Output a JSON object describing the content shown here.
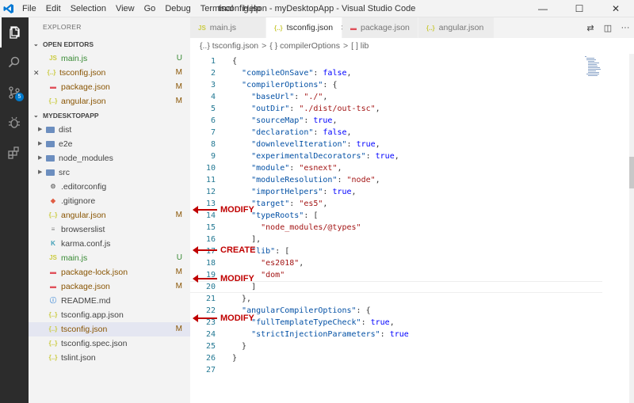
{
  "title": "tsconfig.json - myDesktopApp - Visual Studio Code",
  "menu": [
    "File",
    "Edit",
    "Selection",
    "View",
    "Go",
    "Debug",
    "Terminal",
    "Help"
  ],
  "window_controls": [
    "—",
    "☐",
    "✕"
  ],
  "activity_badge": "5",
  "explorer": {
    "title": "EXPLORER",
    "open_editors_label": "OPEN EDITORS",
    "open_editors": [
      {
        "icon": "JS",
        "name": "main.js",
        "status": "U",
        "kind": "js",
        "close": ""
      },
      {
        "icon": "{..}",
        "name": "tsconfig.json",
        "status": "M",
        "kind": "json",
        "close": "✕"
      },
      {
        "icon": "▬",
        "name": "package.json",
        "status": "M",
        "kind": "pkg",
        "close": ""
      },
      {
        "icon": "{..}",
        "name": "angular.json",
        "status": "M",
        "kind": "json",
        "close": ""
      }
    ],
    "project_label": "MYDESKTOPAPP",
    "files": [
      {
        "icon": "▶",
        "name": "dist",
        "status": "",
        "kind": "folder"
      },
      {
        "icon": "▶",
        "name": "e2e",
        "status": "",
        "kind": "folder"
      },
      {
        "icon": "▶",
        "name": "node_modules",
        "status": "",
        "kind": "folder"
      },
      {
        "icon": "▶",
        "name": "src",
        "status": "",
        "kind": "folder"
      },
      {
        "icon": "⚙",
        "name": ".editorconfig",
        "status": "",
        "kind": "cfg"
      },
      {
        "icon": "◆",
        "name": ".gitignore",
        "status": "",
        "kind": "git"
      },
      {
        "icon": "{..}",
        "name": "angular.json",
        "status": "M",
        "kind": "json"
      },
      {
        "icon": "≡",
        "name": "browserslist",
        "status": "",
        "kind": "txt"
      },
      {
        "icon": "K",
        "name": "karma.conf.js",
        "status": "",
        "kind": "karma"
      },
      {
        "icon": "JS",
        "name": "main.js",
        "status": "U",
        "kind": "js"
      },
      {
        "icon": "▬",
        "name": "package-lock.json",
        "status": "M",
        "kind": "pkg"
      },
      {
        "icon": "▬",
        "name": "package.json",
        "status": "M",
        "kind": "pkg"
      },
      {
        "icon": "ⓘ",
        "name": "README.md",
        "status": "",
        "kind": "md"
      },
      {
        "icon": "{..}",
        "name": "tsconfig.app.json",
        "status": "",
        "kind": "json"
      },
      {
        "icon": "{..}",
        "name": "tsconfig.json",
        "status": "M",
        "kind": "json"
      },
      {
        "icon": "{..}",
        "name": "tsconfig.spec.json",
        "status": "",
        "kind": "json"
      },
      {
        "icon": "{..}",
        "name": "tslint.json",
        "status": "",
        "kind": "json"
      }
    ]
  },
  "tabs": [
    {
      "icon": "JS",
      "label": "main.js",
      "active": false
    },
    {
      "icon": "{..}",
      "label": "tsconfig.json",
      "active": true,
      "close": "✕"
    },
    {
      "icon": "▬",
      "label": "package.json",
      "active": false
    },
    {
      "icon": "{..}",
      "label": "angular.json",
      "active": false
    }
  ],
  "tab_actions": [
    "⇄",
    "◫",
    "···"
  ],
  "breadcrumb": [
    "{..} tsconfig.json",
    ">",
    "{ } compilerOptions",
    ">",
    "[ ] lib"
  ],
  "code_lines": [
    "{",
    "  \"compileOnSave\": false,",
    "  \"compilerOptions\": {",
    "    \"baseUrl\": \"./\",",
    "    \"outDir\": \"./dist/out-tsc\",",
    "    \"sourceMap\": true,",
    "    \"declaration\": false,",
    "    \"downlevelIteration\": true,",
    "    \"experimentalDecorators\": true,",
    "    \"module\": \"esnext\",",
    "    \"moduleResolution\": \"node\",",
    "    \"importHelpers\": true,",
    "    \"target\": \"es5\",",
    "    \"typeRoots\": [",
    "      \"node_modules/@types\"",
    "    ],",
    "    \"lib\": [",
    "      \"es2018\",",
    "      \"dom\"",
    "    ]",
    "  },",
    "  \"angularCompilerOptions\": {",
    "    \"fullTemplateTypeCheck\": true,",
    "    \"strictInjectionParameters\": true",
    "  }",
    "}",
    ""
  ],
  "annotations": [
    {
      "label": "MODIFY",
      "row": "angular.json"
    },
    {
      "label": "CREATE",
      "row": "main.js"
    },
    {
      "label": "MODIFY",
      "row": "package.json"
    },
    {
      "label": "MODIFY",
      "row": "tsconfig.json"
    }
  ],
  "colors": {
    "accent": "#007acc",
    "untracked": "#388a34",
    "modified": "#895503",
    "annotation": "#c00000"
  }
}
